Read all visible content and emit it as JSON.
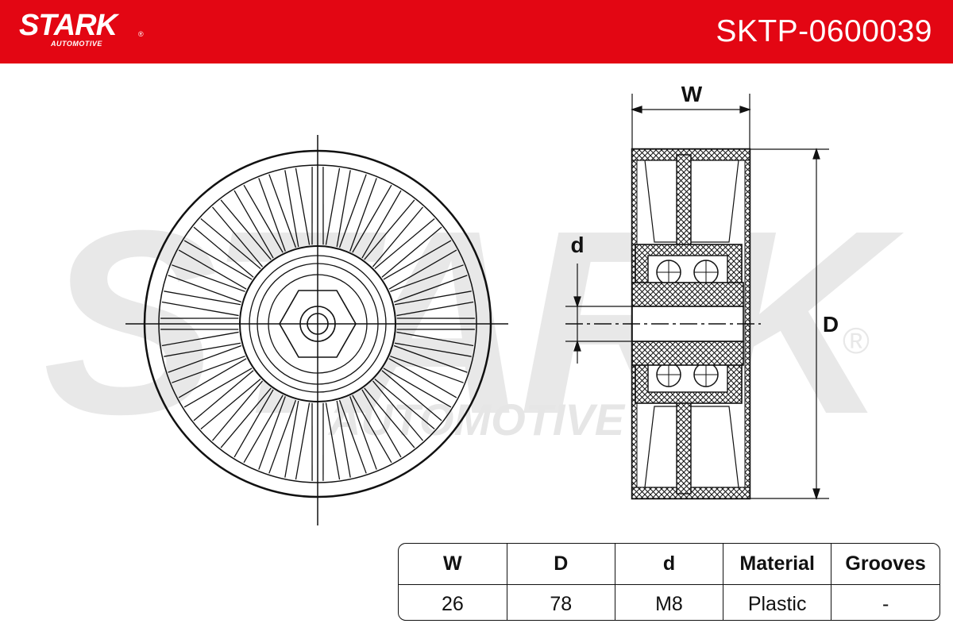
{
  "header": {
    "brand_name": "STARK",
    "brand_reg": "®",
    "brand_sub": "AUTOMOTIVE",
    "part_number": "SKTP-0600039",
    "background_color": "#e30613"
  },
  "watermark": {
    "text": "STARK",
    "sub": "AUTOMOTIVE",
    "reg": "®"
  },
  "drawing_labels": {
    "width": "W",
    "diameter": "D",
    "bore": "d"
  },
  "spec_table": {
    "headers": [
      "W",
      "D",
      "d",
      "Material",
      "Grooves"
    ],
    "values": [
      "26",
      "78",
      "M8",
      "Plastic",
      "-"
    ]
  }
}
